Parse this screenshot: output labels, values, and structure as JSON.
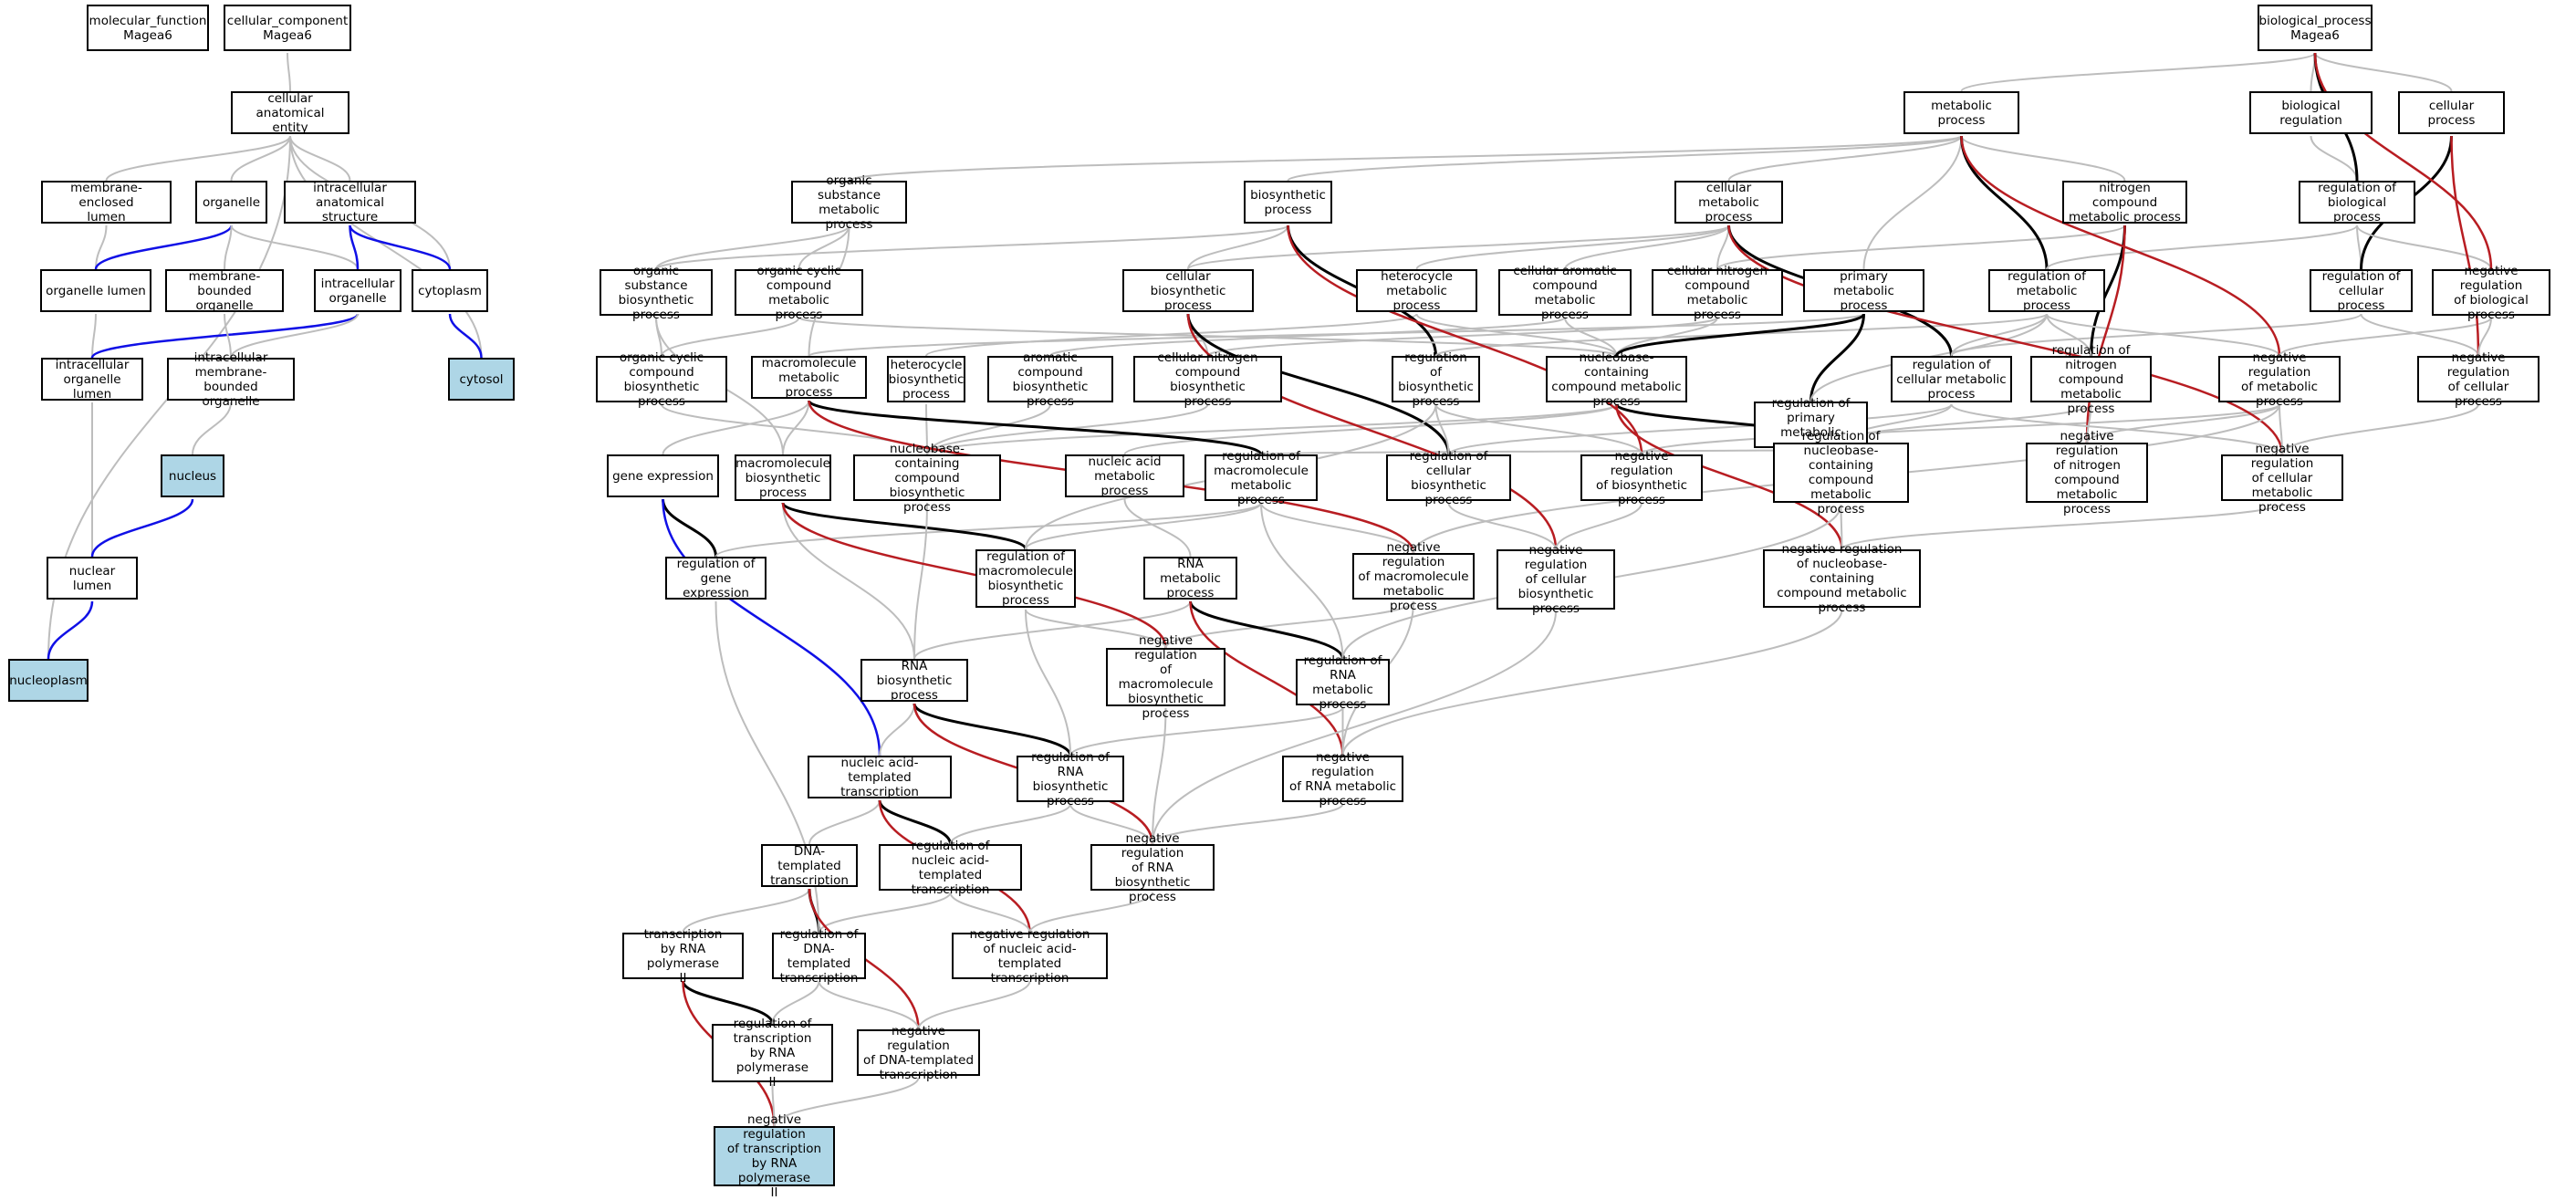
{
  "graph": {
    "colors": {
      "gray": "#bdbdbd",
      "black": "#000000",
      "blue": "#1010e6",
      "red": "#b81d22",
      "highlight": "#aed6e6"
    },
    "nodes": [
      {
        "id": "mf",
        "label": "molecular_function\nMagea6"
      },
      {
        "id": "cc",
        "label": "cellular_component\nMagea6"
      },
      {
        "id": "cae",
        "label": "cellular anatomical\nentity"
      },
      {
        "id": "mel",
        "label": "membrane-enclosed\nlumen"
      },
      {
        "id": "org",
        "label": "organelle"
      },
      {
        "id": "ias",
        "label": "intracellular\nanatomical structure"
      },
      {
        "id": "orgl",
        "label": "organelle lumen"
      },
      {
        "id": "mbo",
        "label": "membrane-bounded\norganelle"
      },
      {
        "id": "io",
        "label": "intracellular\norganelle"
      },
      {
        "id": "cyto",
        "label": "cytoplasm"
      },
      {
        "id": "iol",
        "label": "intracellular\norganelle lumen"
      },
      {
        "id": "imbo",
        "label": "intracellular\nmembrane-bounded\norganelle"
      },
      {
        "id": "cytosol",
        "label": "cytosol",
        "hl": true
      },
      {
        "id": "nucleus",
        "label": "nucleus",
        "hl": true
      },
      {
        "id": "nl",
        "label": "nuclear lumen"
      },
      {
        "id": "np",
        "label": "nucleoplasm",
        "hl": true
      },
      {
        "id": "bp",
        "label": "biological_process\nMagea6"
      },
      {
        "id": "mp",
        "label": "metabolic process"
      },
      {
        "id": "breg",
        "label": "biological regulation"
      },
      {
        "id": "cp",
        "label": "cellular process"
      },
      {
        "id": "osmp",
        "label": "organic substance\nmetabolic process"
      },
      {
        "id": "bsp",
        "label": "biosynthetic\nprocess"
      },
      {
        "id": "cmp",
        "label": "cellular metabolic\nprocess"
      },
      {
        "id": "ncmp",
        "label": "nitrogen compound\nmetabolic process"
      },
      {
        "id": "rbp",
        "label": "regulation of\nbiological process"
      },
      {
        "id": "osbp",
        "label": "organic substance\nbiosynthetic\nprocess"
      },
      {
        "id": "occmp",
        "label": "organic cyclic\ncompound metabolic\nprocess"
      },
      {
        "id": "cbp",
        "label": "cellular biosynthetic\nprocess"
      },
      {
        "id": "hmp",
        "label": "heterocycle\nmetabolic process"
      },
      {
        "id": "cacmp",
        "label": "cellular aromatic\ncompound metabolic\nprocess"
      },
      {
        "id": "cncmp",
        "label": "cellular nitrogen\ncompound metabolic\nprocess"
      },
      {
        "id": "pmp",
        "label": "primary metabolic\nprocess"
      },
      {
        "id": "rmp",
        "label": "regulation of\nmetabolic process"
      },
      {
        "id": "rcp",
        "label": "regulation of\ncellular process"
      },
      {
        "id": "nrbp",
        "label": "negative regulation\nof biological\nprocess"
      },
      {
        "id": "occbp",
        "label": "organic cyclic\ncompound biosynthetic\nprocess"
      },
      {
        "id": "mmp",
        "label": "macromolecule\nmetabolic process"
      },
      {
        "id": "hbp",
        "label": "heterocycle\nbiosynthetic\nprocess"
      },
      {
        "id": "acbp",
        "label": "aromatic compound\nbiosynthetic\nprocess"
      },
      {
        "id": "cncbp",
        "label": "cellular nitrogen\ncompound biosynthetic\nprocess"
      },
      {
        "id": "rbsp",
        "label": "regulation of\nbiosynthetic\nprocess"
      },
      {
        "id": "nbcmp",
        "label": "nucleobase-containing\ncompound metabolic\nprocess"
      },
      {
        "id": "rpmp",
        "label": "regulation of\nprimary metabolic\nprocess"
      },
      {
        "id": "rcmp",
        "label": "regulation of\ncellular metabolic\nprocess"
      },
      {
        "id": "rncmp",
        "label": "regulation of\nnitrogen compound\nmetabolic process"
      },
      {
        "id": "nrmp",
        "label": "negative regulation\nof metabolic\nprocess"
      },
      {
        "id": "nrcp",
        "label": "negative regulation\nof cellular\nprocess"
      },
      {
        "id": "ge",
        "label": "gene expression"
      },
      {
        "id": "mbp",
        "label": "macromolecule\nbiosynthetic\nprocess"
      },
      {
        "id": "nbcbp",
        "label": "nucleobase-containing\ncompound biosynthetic\nprocess"
      },
      {
        "id": "namp",
        "label": "nucleic acid\nmetabolic process"
      },
      {
        "id": "rmmp",
        "label": "regulation of\nmacromolecule\nmetabolic process"
      },
      {
        "id": "rcbp",
        "label": "regulation of\ncellular biosynthetic\nprocess"
      },
      {
        "id": "nrbsp",
        "label": "negative regulation\nof biosynthetic\nprocess"
      },
      {
        "id": "rnbcmp",
        "label": "regulation of\nnucleobase-containing\ncompound metabolic\nprocess"
      },
      {
        "id": "nrncmp",
        "label": "negative regulation\nof nitrogen\ncompound metabolic\nprocess"
      },
      {
        "id": "nrcmp",
        "label": "negative regulation\nof cellular\nmetabolic process"
      },
      {
        "id": "rge",
        "label": "regulation of\ngene expression"
      },
      {
        "id": "rmbp",
        "label": "regulation of\nmacromolecule\nbiosynthetic\nprocess"
      },
      {
        "id": "rnamp",
        "label": "RNA metabolic\nprocess"
      },
      {
        "id": "nrmmp",
        "label": "negative regulation\nof macromolecule\nmetabolic process"
      },
      {
        "id": "nrcbp",
        "label": "negative regulation\nof cellular\nbiosynthetic\nprocess"
      },
      {
        "id": "nrnbcmp",
        "label": "negative regulation\nof nucleobase-containing\ncompound metabolic\nprocess"
      },
      {
        "id": "rnabp",
        "label": "RNA biosynthetic\nprocess"
      },
      {
        "id": "nrmbp",
        "label": "negative regulation\nof macromolecule\nbiosynthetic\nprocess"
      },
      {
        "id": "rrnamp",
        "label": "regulation of\nRNA metabolic\nprocess"
      },
      {
        "id": "natt",
        "label": "nucleic acid-templated\ntranscription"
      },
      {
        "id": "rrnabp",
        "label": "regulation of\nRNA biosynthetic\nprocess"
      },
      {
        "id": "nrrnamp",
        "label": "negative regulation\nof RNA metabolic\nprocess"
      },
      {
        "id": "dtt",
        "label": "DNA-templated\ntranscription"
      },
      {
        "id": "rnatt",
        "label": "regulation of\nnucleic acid-templated\ntranscription"
      },
      {
        "id": "nrrnabp",
        "label": "negative regulation\nof RNA biosynthetic\nprocess"
      },
      {
        "id": "tpol",
        "label": "transcription\nby RNA polymerase\nII"
      },
      {
        "id": "rdtt",
        "label": "regulation of\nDNA-templated\ntranscription"
      },
      {
        "id": "nrnatt",
        "label": "negative regulation\nof nucleic acid-templated\ntranscription"
      },
      {
        "id": "rtpol",
        "label": "regulation of\ntranscription\nby RNA polymerase\nII"
      },
      {
        "id": "nrdtt",
        "label": "negative regulation\nof DNA-templated\ntranscription"
      },
      {
        "id": "nrtpol",
        "label": "negative regulation\nof transcription\nby RNA polymerase\nII",
        "hl": true
      }
    ],
    "edges": [
      [
        "cae",
        "cc",
        "gray"
      ],
      [
        "mel",
        "cae",
        "gray"
      ],
      [
        "org",
        "cae",
        "gray"
      ],
      [
        "ias",
        "cae",
        "gray"
      ],
      [
        "cyto",
        "cae",
        "gray"
      ],
      [
        "cytosol",
        "cae",
        "gray"
      ],
      [
        "np",
        "cae",
        "gray"
      ],
      [
        "orgl",
        "mel",
        "gray"
      ],
      [
        "orgl",
        "org",
        "blue"
      ],
      [
        "mbo",
        "org",
        "gray"
      ],
      [
        "io",
        "org",
        "gray"
      ],
      [
        "io",
        "ias",
        "blue"
      ],
      [
        "cyto",
        "ias",
        "blue"
      ],
      [
        "cytosol",
        "cyto",
        "blue"
      ],
      [
        "iol",
        "orgl",
        "gray"
      ],
      [
        "iol",
        "io",
        "blue"
      ],
      [
        "imbo",
        "mbo",
        "gray"
      ],
      [
        "imbo",
        "io",
        "gray"
      ],
      [
        "nucleus",
        "imbo",
        "gray"
      ],
      [
        "nl",
        "iol",
        "gray"
      ],
      [
        "nl",
        "nucleus",
        "blue"
      ],
      [
        "np",
        "nl",
        "blue"
      ],
      [
        "mp",
        "bp",
        "gray"
      ],
      [
        "breg",
        "bp",
        "gray"
      ],
      [
        "cp",
        "bp",
        "gray"
      ],
      [
        "osmp",
        "mp",
        "gray"
      ],
      [
        "bsp",
        "mp",
        "gray"
      ],
      [
        "cmp",
        "mp",
        "gray"
      ],
      [
        "ncmp",
        "mp",
        "gray"
      ],
      [
        "rbp",
        "breg",
        "gray"
      ],
      [
        "rbp",
        "bp",
        "black"
      ],
      [
        "osbp",
        "osmp",
        "gray"
      ],
      [
        "osbp",
        "bsp",
        "gray"
      ],
      [
        "occmp",
        "osmp",
        "gray"
      ],
      [
        "cbp",
        "bsp",
        "gray"
      ],
      [
        "cbp",
        "cmp",
        "gray"
      ],
      [
        "hmp",
        "cmp",
        "gray"
      ],
      [
        "cacmp",
        "cmp",
        "gray"
      ],
      [
        "cncmp",
        "cmp",
        "gray"
      ],
      [
        "cncmp",
        "ncmp",
        "gray"
      ],
      [
        "pmp",
        "mp",
        "gray"
      ],
      [
        "rmp",
        "mp",
        "black"
      ],
      [
        "rmp",
        "rbp",
        "gray"
      ],
      [
        "rcp",
        "rbp",
        "gray"
      ],
      [
        "rcp",
        "cp",
        "black"
      ],
      [
        "nrbp",
        "rbp",
        "gray"
      ],
      [
        "nrbp",
        "bp",
        "red"
      ],
      [
        "occbp",
        "occmp",
        "gray"
      ],
      [
        "occbp",
        "osbp",
        "gray"
      ],
      [
        "mmp",
        "osmp",
        "gray"
      ],
      [
        "mmp",
        "pmp",
        "gray"
      ],
      [
        "hbp",
        "hmp",
        "gray"
      ],
      [
        "acbp",
        "cacmp",
        "gray"
      ],
      [
        "cncbp",
        "cncmp",
        "gray"
      ],
      [
        "cncbp",
        "cbp",
        "gray"
      ],
      [
        "rbsp",
        "bsp",
        "black"
      ],
      [
        "rbsp",
        "rmp",
        "gray"
      ],
      [
        "nbcmp",
        "cacmp",
        "gray"
      ],
      [
        "nbcmp",
        "hmp",
        "gray"
      ],
      [
        "nbcmp",
        "occmp",
        "gray"
      ],
      [
        "nbcmp",
        "cncmp",
        "gray"
      ],
      [
        "nbcmp",
        "pmp",
        "black"
      ],
      [
        "rpmp",
        "pmp",
        "black"
      ],
      [
        "rpmp",
        "rmp",
        "gray"
      ],
      [
        "rcmp",
        "cmp",
        "black"
      ],
      [
        "rcmp",
        "rmp",
        "gray"
      ],
      [
        "rcmp",
        "rcp",
        "gray"
      ],
      [
        "rncmp",
        "ncmp",
        "black"
      ],
      [
        "rncmp",
        "rmp",
        "gray"
      ],
      [
        "nrmp",
        "rmp",
        "gray"
      ],
      [
        "nrmp",
        "mp",
        "red"
      ],
      [
        "nrmp",
        "nrbp",
        "gray"
      ],
      [
        "nrcp",
        "rcp",
        "gray"
      ],
      [
        "nrcp",
        "cp",
        "red"
      ],
      [
        "nrcp",
        "nrbp",
        "gray"
      ],
      [
        "ge",
        "mmp",
        "gray"
      ],
      [
        "mbp",
        "mmp",
        "gray"
      ],
      [
        "mbp",
        "osbp",
        "gray"
      ],
      [
        "nbcbp",
        "nbcmp",
        "gray"
      ],
      [
        "nbcbp",
        "hbp",
        "gray"
      ],
      [
        "nbcbp",
        "acbp",
        "gray"
      ],
      [
        "nbcbp",
        "cncbp",
        "gray"
      ],
      [
        "nbcbp",
        "occbp",
        "gray"
      ],
      [
        "namp",
        "nbcmp",
        "gray"
      ],
      [
        "rmmp",
        "mmp",
        "black"
      ],
      [
        "rmmp",
        "rpmp",
        "gray"
      ],
      [
        "rcbp",
        "cbp",
        "black"
      ],
      [
        "rcbp",
        "rbsp",
        "gray"
      ],
      [
        "rcbp",
        "rcmp",
        "gray"
      ],
      [
        "nrbsp",
        "bsp",
        "red"
      ],
      [
        "nrbsp",
        "rbsp",
        "gray"
      ],
      [
        "nrbsp",
        "nrmp",
        "gray"
      ],
      [
        "rnbcmp",
        "nbcmp",
        "black"
      ],
      [
        "rnbcmp",
        "rcmp",
        "gray"
      ],
      [
        "rnbcmp",
        "rncmp",
        "gray"
      ],
      [
        "nrncmp",
        "ncmp",
        "red"
      ],
      [
        "nrncmp",
        "rncmp",
        "gray"
      ],
      [
        "nrncmp",
        "nrmp",
        "gray"
      ],
      [
        "nrcmp",
        "cmp",
        "red"
      ],
      [
        "nrcmp",
        "rcmp",
        "gray"
      ],
      [
        "nrcmp",
        "nrcp",
        "gray"
      ],
      [
        "nrcmp",
        "nrmp",
        "gray"
      ],
      [
        "rge",
        "ge",
        "black"
      ],
      [
        "rge",
        "rmmp",
        "gray"
      ],
      [
        "rmbp",
        "mbp",
        "black"
      ],
      [
        "rmbp",
        "rmmp",
        "gray"
      ],
      [
        "rmbp",
        "rbsp",
        "gray"
      ],
      [
        "rnamp",
        "namp",
        "gray"
      ],
      [
        "nrmmp",
        "mmp",
        "red"
      ],
      [
        "nrmmp",
        "rmmp",
        "gray"
      ],
      [
        "nrmmp",
        "nrmp",
        "gray"
      ],
      [
        "nrcbp",
        "cbp",
        "red"
      ],
      [
        "nrcbp",
        "rcbp",
        "gray"
      ],
      [
        "nrcbp",
        "nrbsp",
        "gray"
      ],
      [
        "nrnbcmp",
        "nbcmp",
        "red"
      ],
      [
        "nrnbcmp",
        "rnbcmp",
        "gray"
      ],
      [
        "nrnbcmp",
        "nrcmp",
        "gray"
      ],
      [
        "rnabp",
        "rnamp",
        "gray"
      ],
      [
        "rnabp",
        "mbp",
        "gray"
      ],
      [
        "rnabp",
        "nbcbp",
        "gray"
      ],
      [
        "nrmbp",
        "mbp",
        "red"
      ],
      [
        "nrmbp",
        "rmbp",
        "gray"
      ],
      [
        "nrmbp",
        "nrmmp",
        "gray"
      ],
      [
        "rrnamp",
        "rnamp",
        "black"
      ],
      [
        "rrnamp",
        "rmmp",
        "gray"
      ],
      [
        "rrnamp",
        "rnbcmp",
        "gray"
      ],
      [
        "natt",
        "ge",
        "blue"
      ],
      [
        "natt",
        "rnabp",
        "gray"
      ],
      [
        "rrnabp",
        "rnabp",
        "black"
      ],
      [
        "rrnabp",
        "rmbp",
        "gray"
      ],
      [
        "rrnabp",
        "rrnamp",
        "gray"
      ],
      [
        "nrrnamp",
        "rnamp",
        "red"
      ],
      [
        "nrrnamp",
        "rrnamp",
        "gray"
      ],
      [
        "nrrnamp",
        "nrmmp",
        "gray"
      ],
      [
        "nrrnamp",
        "nrnbcmp",
        "gray"
      ],
      [
        "dtt",
        "natt",
        "gray"
      ],
      [
        "rnatt",
        "natt",
        "black"
      ],
      [
        "rnatt",
        "rrnabp",
        "gray"
      ],
      [
        "nrrnabp",
        "rnabp",
        "red"
      ],
      [
        "nrrnabp",
        "rrnabp",
        "gray"
      ],
      [
        "nrrnabp",
        "nrmbp",
        "gray"
      ],
      [
        "nrrnabp",
        "nrrnamp",
        "gray"
      ],
      [
        "nrrnabp",
        "nrcbp",
        "gray"
      ],
      [
        "tpol",
        "dtt",
        "gray"
      ],
      [
        "rdtt",
        "dtt",
        "black"
      ],
      [
        "rdtt",
        "rnatt",
        "gray"
      ],
      [
        "rdtt",
        "rge",
        "gray"
      ],
      [
        "nrnatt",
        "natt",
        "red"
      ],
      [
        "nrnatt",
        "rnatt",
        "gray"
      ],
      [
        "nrnatt",
        "nrrnabp",
        "gray"
      ],
      [
        "rtpol",
        "tpol",
        "black"
      ],
      [
        "rtpol",
        "rdtt",
        "gray"
      ],
      [
        "nrdtt",
        "dtt",
        "red"
      ],
      [
        "nrdtt",
        "rdtt",
        "gray"
      ],
      [
        "nrdtt",
        "nrnatt",
        "gray"
      ],
      [
        "nrtpol",
        "tpol",
        "red"
      ],
      [
        "nrtpol",
        "rtpol",
        "gray"
      ],
      [
        "nrtpol",
        "nrdtt",
        "gray"
      ]
    ]
  }
}
